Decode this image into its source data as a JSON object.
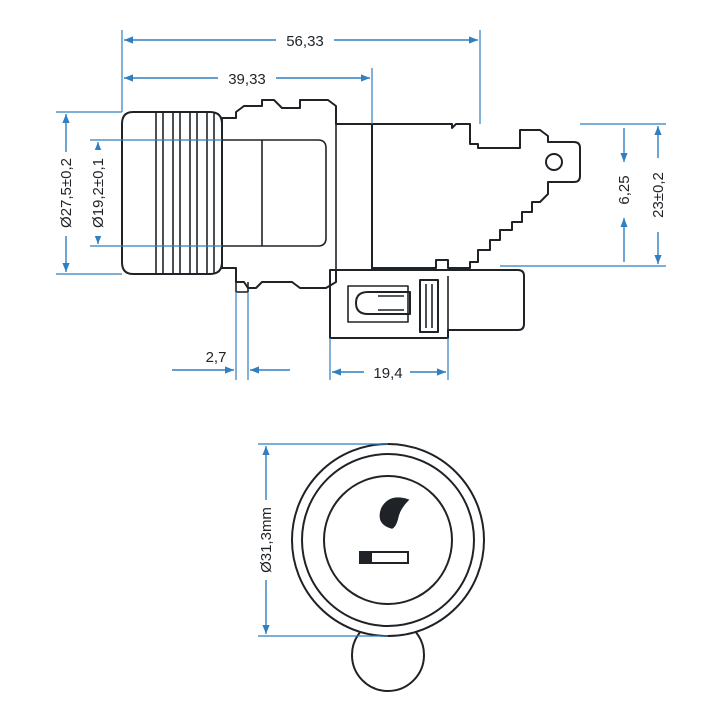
{
  "dimensions": {
    "overall_length": "56,33",
    "body_length": "39,33",
    "outer_diameter": "Ø27,5±0,2",
    "inner_diameter": "Ø19,2±0,1",
    "flange_thickness": "2,7",
    "clip_length": "19,4",
    "tab_height": "6,25",
    "body_height": "23±0,2",
    "front_diameter": "Ø31,3mm"
  },
  "colors": {
    "dimension_line": "#2f7fc1",
    "outline": "#1f2328"
  },
  "icons": {
    "front_face_symbol": "cigarette-lighter-symbol-icon"
  }
}
